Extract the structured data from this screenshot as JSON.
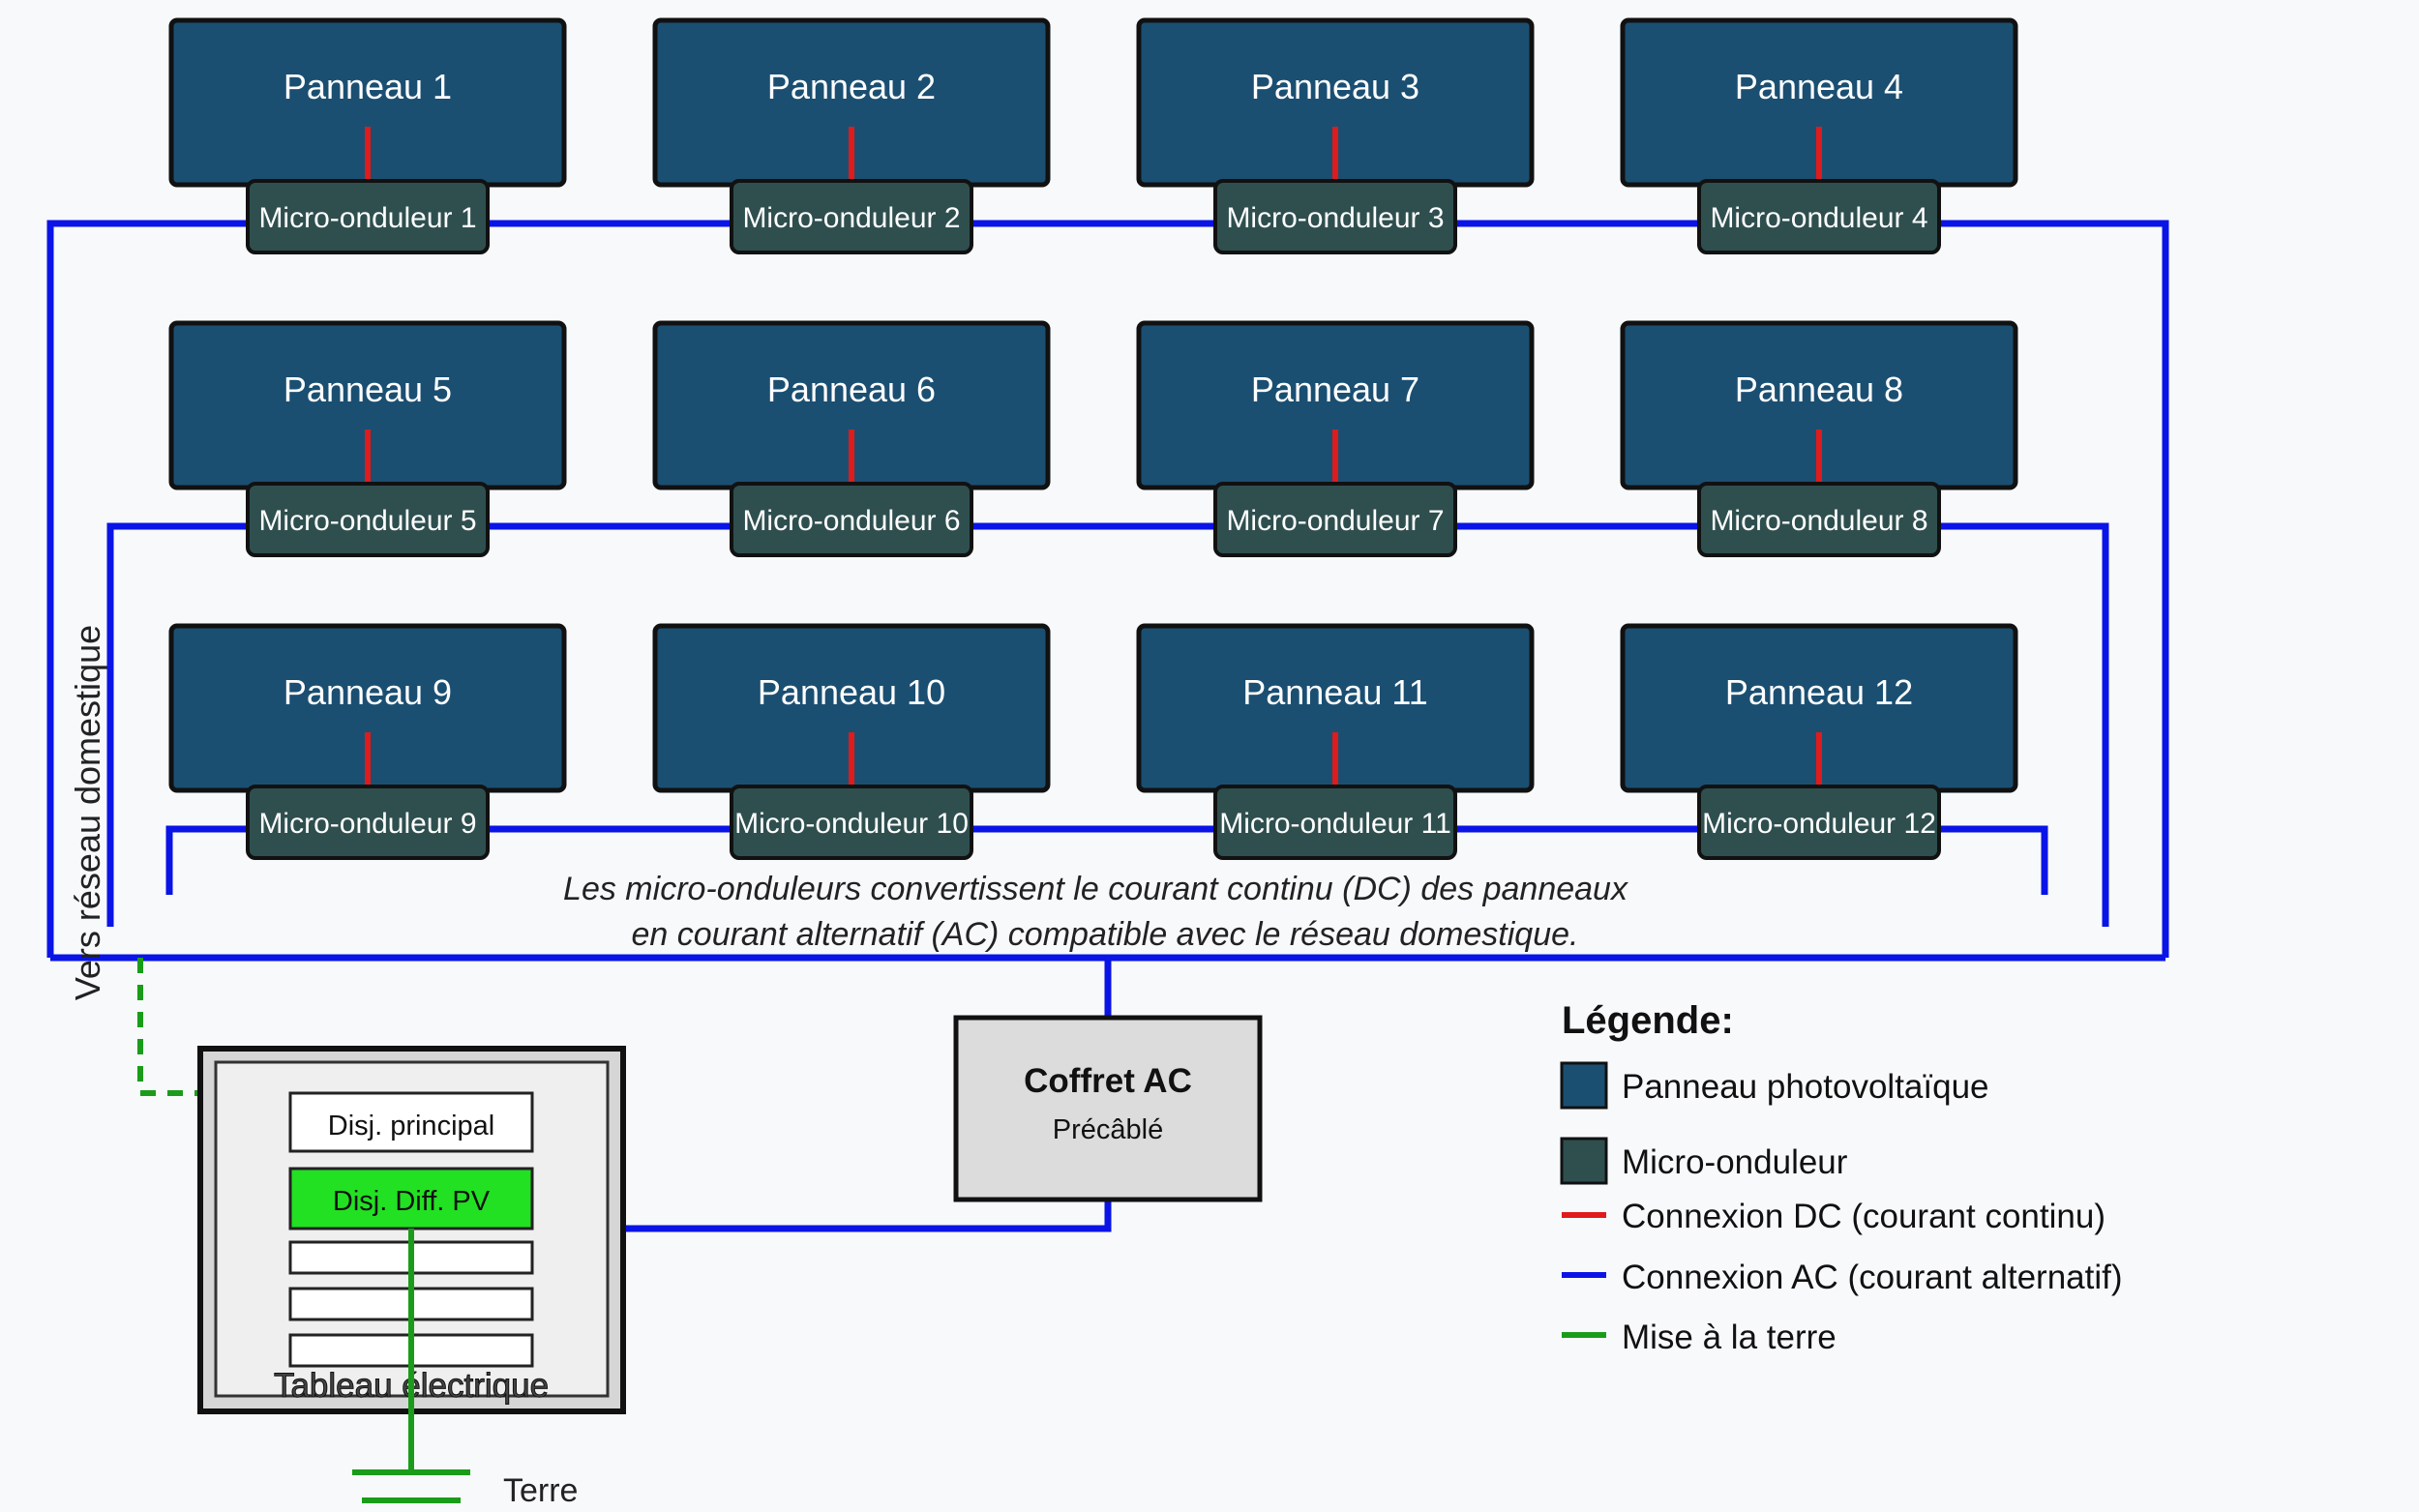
{
  "colors": {
    "panel": "#1b4f72",
    "inverter": "#2f4f4f",
    "dc": "#e01b1b",
    "ac": "#0a14e6",
    "ground": "#1a9c1a",
    "diff_breaker": "#22e022",
    "box_fill": "#dcdcdc",
    "board_fill": "#d6d6d6"
  },
  "panels": [
    {
      "label": "Panneau 1",
      "inverter": "Micro-onduleur 1"
    },
    {
      "label": "Panneau 2",
      "inverter": "Micro-onduleur 2"
    },
    {
      "label": "Panneau 3",
      "inverter": "Micro-onduleur 3"
    },
    {
      "label": "Panneau 4",
      "inverter": "Micro-onduleur 4"
    },
    {
      "label": "Panneau 5",
      "inverter": "Micro-onduleur 5"
    },
    {
      "label": "Panneau 6",
      "inverter": "Micro-onduleur 6"
    },
    {
      "label": "Panneau 7",
      "inverter": "Micro-onduleur 7"
    },
    {
      "label": "Panneau 8",
      "inverter": "Micro-onduleur 8"
    },
    {
      "label": "Panneau 9",
      "inverter": "Micro-onduleur 9"
    },
    {
      "label": "Panneau 10",
      "inverter": "Micro-onduleur 10"
    },
    {
      "label": "Panneau 11",
      "inverter": "Micro-onduleur 11"
    },
    {
      "label": "Panneau 12",
      "inverter": "Micro-onduleur 12"
    }
  ],
  "side_label": "Vers réseau domestique",
  "caption": {
    "line1": "Les micro-onduleurs convertissent le courant continu (DC) des panneaux",
    "line2": "en courant alternatif (AC) compatible avec le réseau domestique."
  },
  "ac_box": {
    "title": "Coffret AC",
    "subtitle": "Précâblé"
  },
  "board": {
    "title": "Tableau électrique",
    "main_breaker": "Disj. principal",
    "pv_breaker": "Disj. Diff. PV"
  },
  "ground_label": "Terre",
  "legend": {
    "title": "Légende:",
    "items": [
      {
        "icon": "panel-swatch",
        "label": "Panneau photovoltaïque"
      },
      {
        "icon": "inverter-swatch",
        "label": "Micro-onduleur"
      },
      {
        "icon": "dc-line",
        "label": "Connexion DC (courant continu)"
      },
      {
        "icon": "ac-line",
        "label": "Connexion AC (courant alternatif)"
      },
      {
        "icon": "ground-line",
        "label": "Mise à la terre"
      }
    ]
  }
}
